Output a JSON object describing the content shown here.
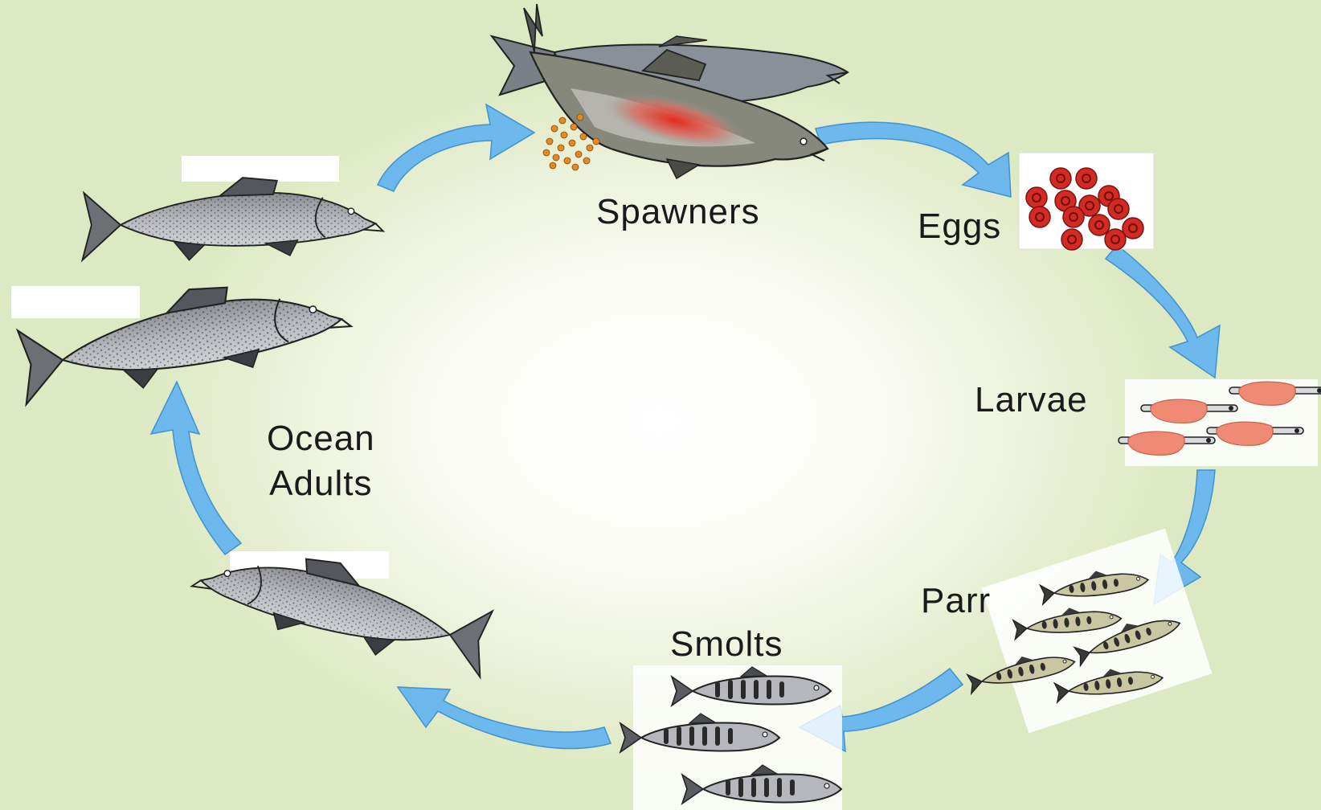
{
  "diagram": {
    "stages": [
      {
        "id": "spawners",
        "label": "Spawners"
      },
      {
        "id": "eggs",
        "label": "Eggs"
      },
      {
        "id": "larvae",
        "label": "Larvae"
      },
      {
        "id": "parr",
        "label": "Parr"
      },
      {
        "id": "smolts",
        "label": "Smolts"
      },
      {
        "id": "ocean-adults",
        "label_lines": [
          "Ocean",
          "Adults"
        ]
      }
    ],
    "colors": {
      "arrow": "#6db8ec",
      "arrow_stroke": "#3f93d0",
      "fish_body": "#a9abb0",
      "fish_back": "#6e7077",
      "spawner_dark": "#7d7f73",
      "spawn_red": "#e03a2a",
      "egg": "#d32a24",
      "roe": "#e58a22",
      "yolk": "#ef8a75",
      "parr_body": "#c9c6a2",
      "smolt_body": "#b5b7bc"
    }
  }
}
